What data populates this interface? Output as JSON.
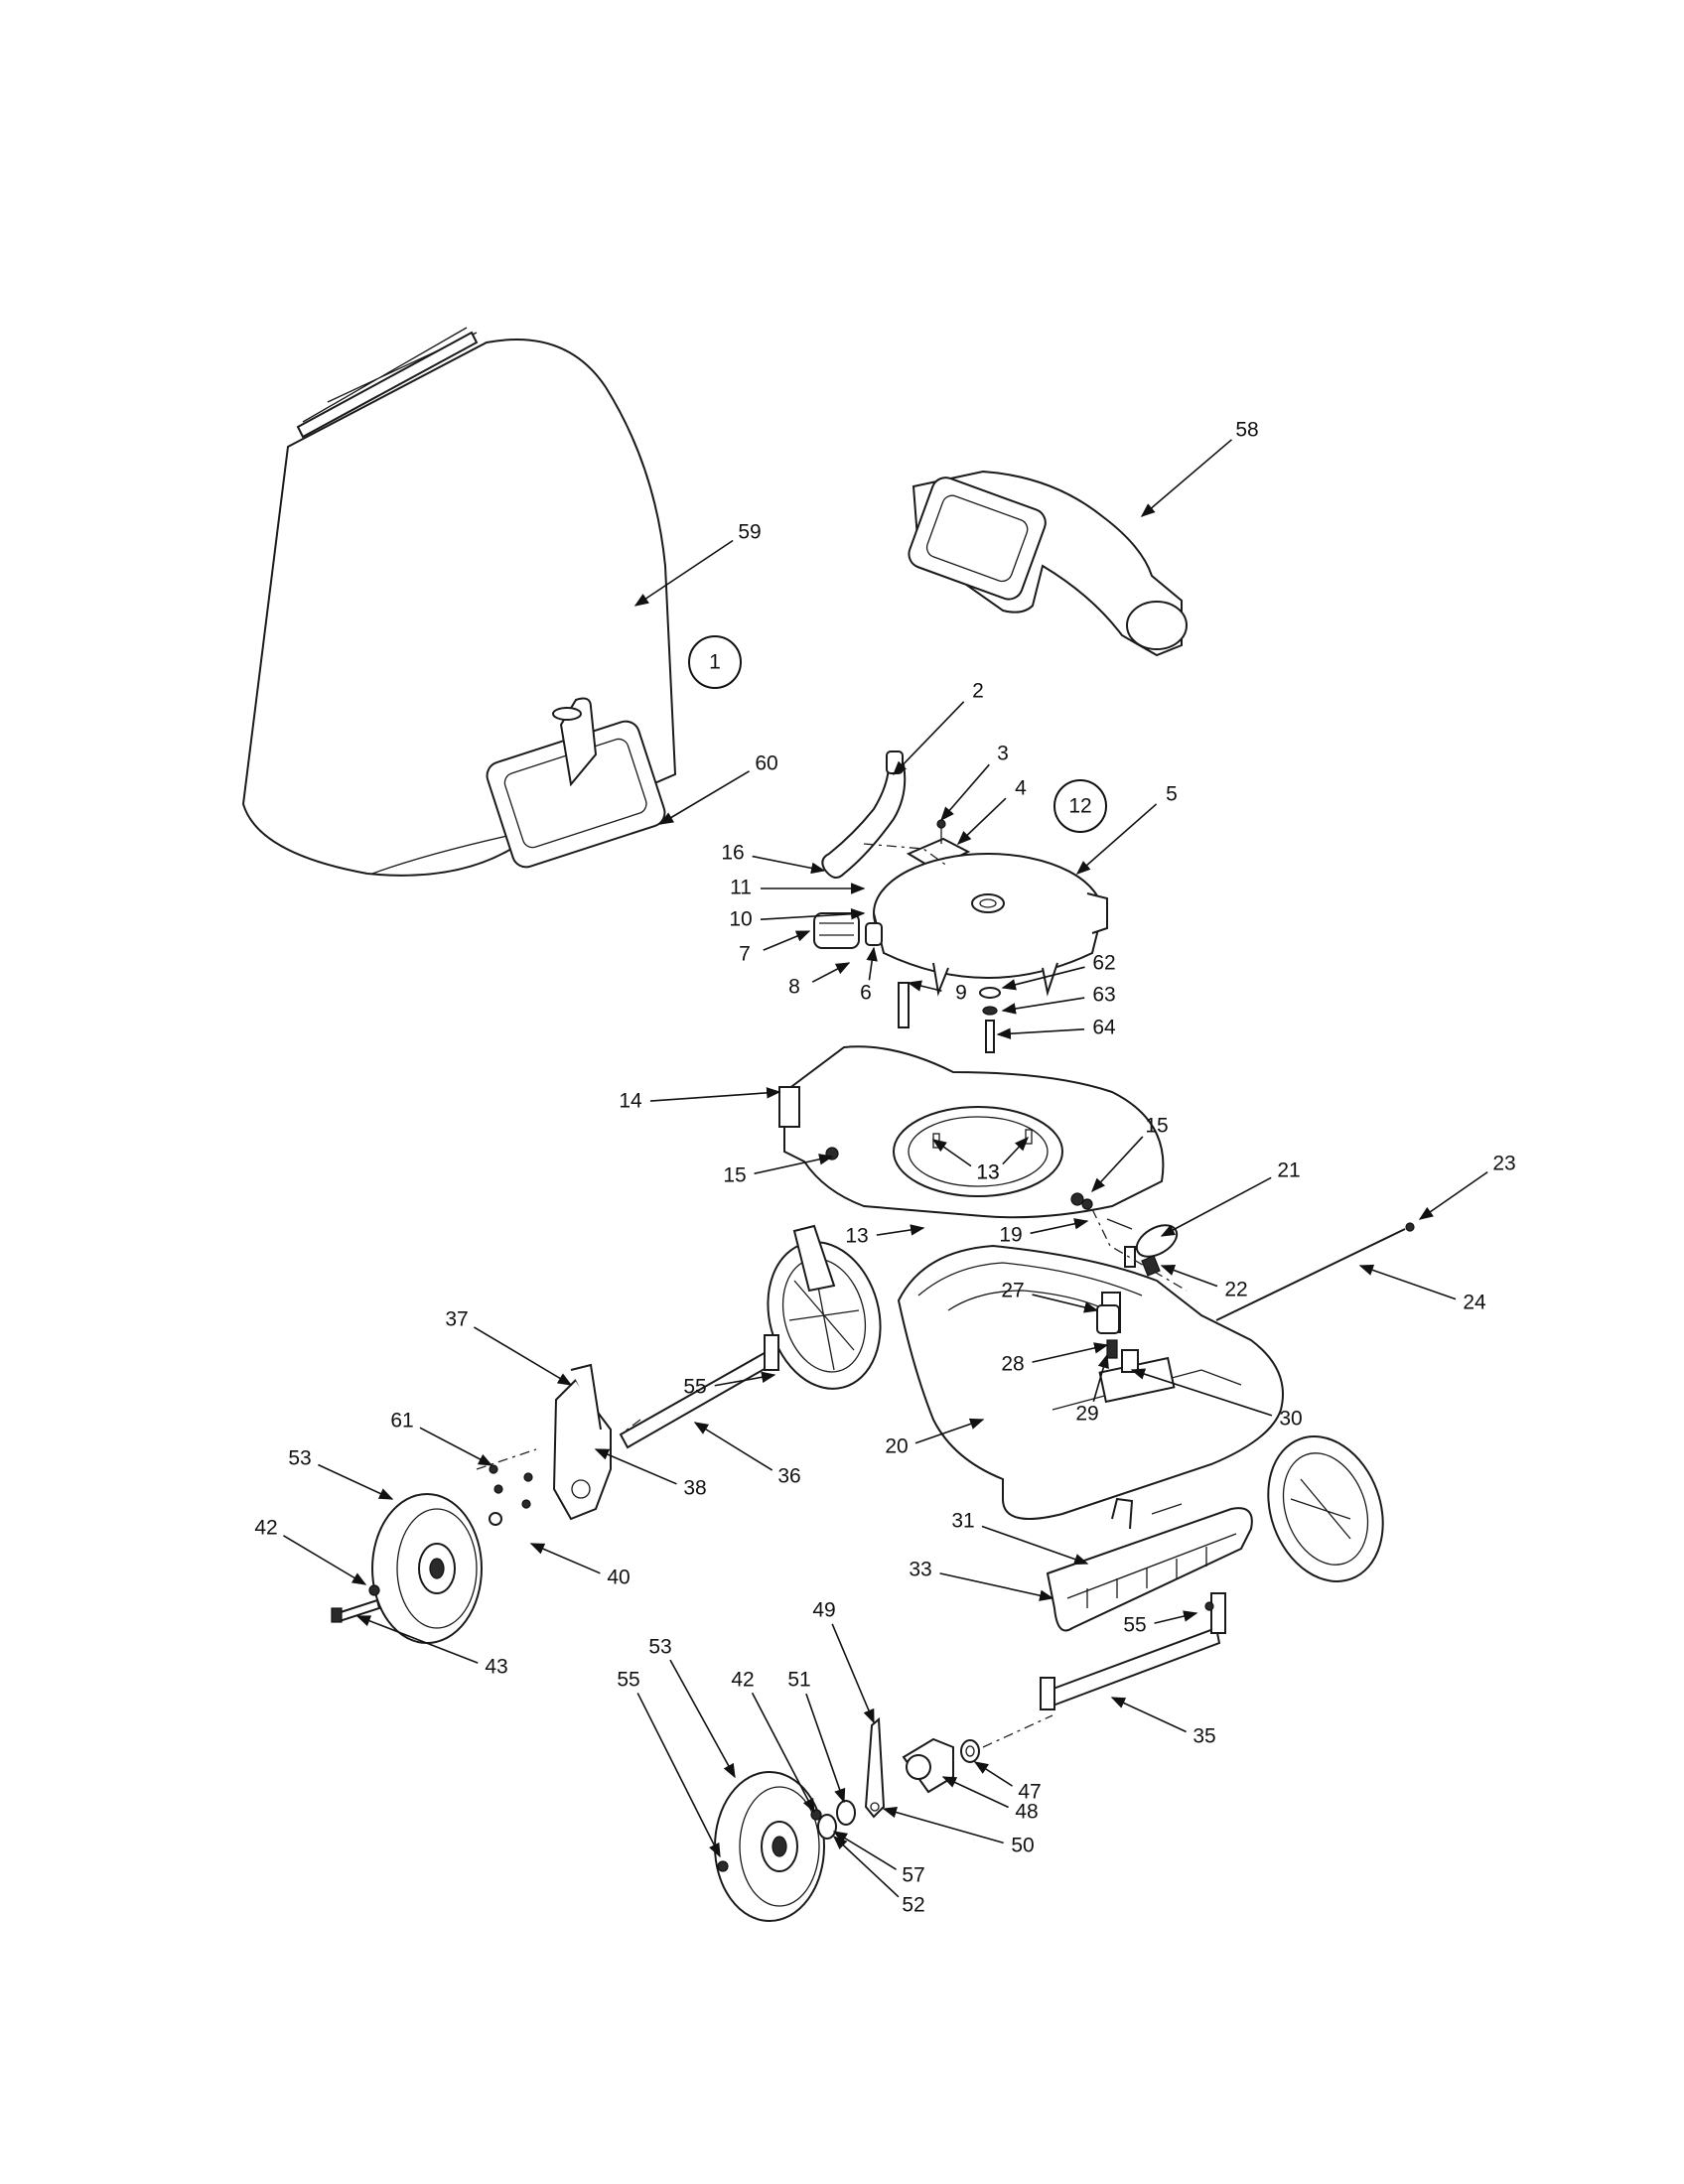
{
  "diagram": {
    "type": "exploded-parts-view",
    "group_callouts": [
      "1",
      "12"
    ],
    "part_labels": [
      "2",
      "3",
      "4",
      "5",
      "6",
      "7",
      "8",
      "9",
      "10",
      "11",
      "13",
      "13",
      "13",
      "14",
      "15",
      "15",
      "16",
      "19",
      "20",
      "21",
      "22",
      "23",
      "24",
      "27",
      "28",
      "29",
      "30",
      "31",
      "33",
      "35",
      "36",
      "37",
      "38",
      "40",
      "42",
      "42",
      "43",
      "47",
      "48",
      "49",
      "50",
      "51",
      "52",
      "53",
      "53",
      "55",
      "55",
      "55",
      "55",
      "57",
      "58",
      "59",
      "60",
      "61",
      "62",
      "63",
      "64"
    ]
  }
}
